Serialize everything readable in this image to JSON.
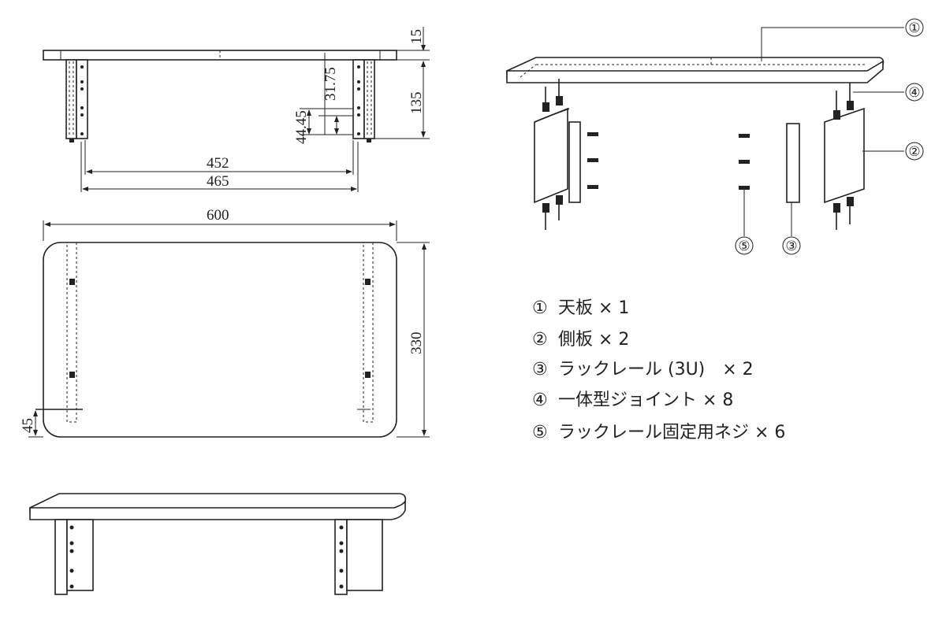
{
  "front_view": {
    "dimensions": {
      "top_thickness": "15",
      "height": "135",
      "rail_offset": "31.75",
      "rail_pitch": "44.45",
      "inner_width": "452",
      "outer_width": "465"
    }
  },
  "plan_view": {
    "dimensions": {
      "width": "600",
      "depth": "330",
      "rail_inset": "45"
    }
  },
  "exploded_view": {
    "callouts": [
      "①",
      "④",
      "②",
      "⑤",
      "③"
    ]
  },
  "parts_list": [
    {
      "number": "①",
      "label": "天板 × 1"
    },
    {
      "number": "②",
      "label": "側板 × 2"
    },
    {
      "number": "③",
      "label": "ラックレール (3U)　× 2"
    },
    {
      "number": "④",
      "label": "一体型ジョイント × 8"
    },
    {
      "number": "⑤",
      "label": "ラックレール固定用ネジ × 6"
    }
  ]
}
